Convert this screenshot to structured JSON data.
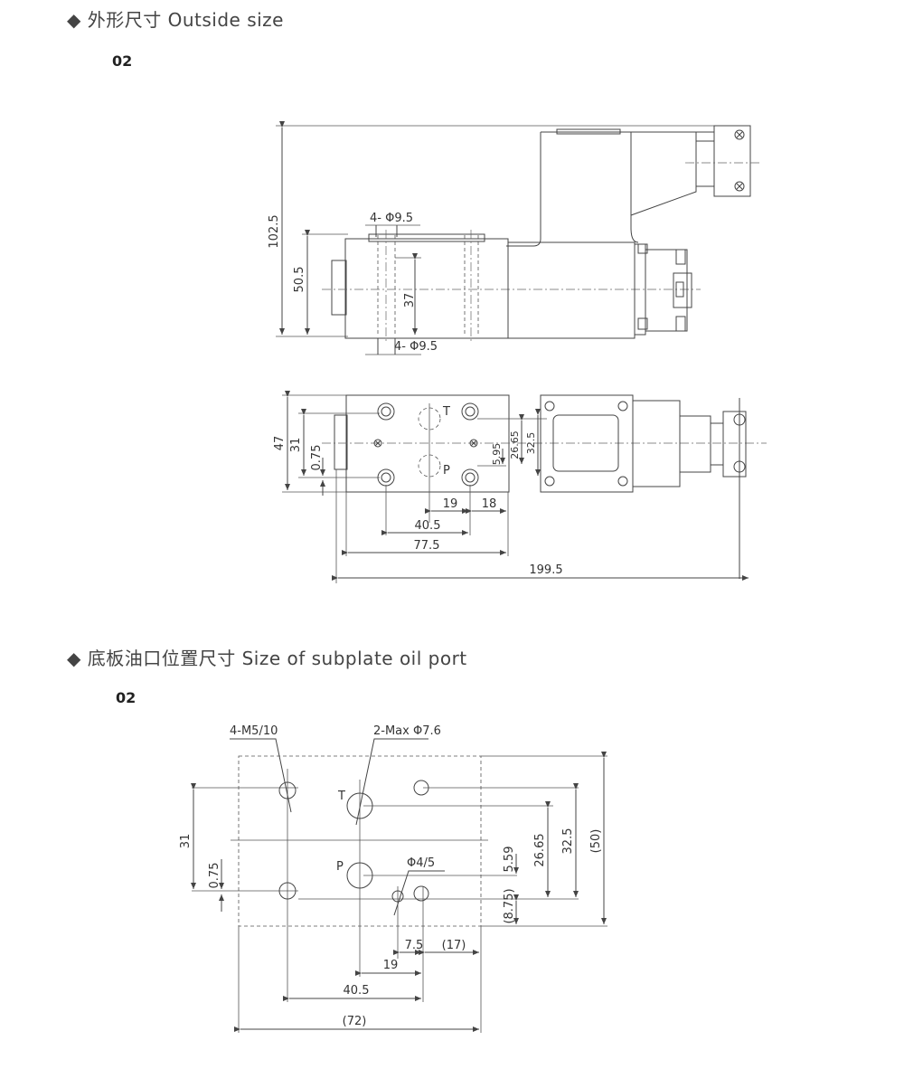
{
  "section1": {
    "title": "◆ 外形尺寸   Outside size",
    "code": "02"
  },
  "section2": {
    "title": "◆ 底板油口位置尺寸   Size of subplate oil port",
    "code": "02"
  },
  "dims_top": {
    "d102_5": "102.5",
    "d50_5": "50.5",
    "d37": "37",
    "hole_top": "4- Φ9.5",
    "hole_bottom": "4- Φ9.5"
  },
  "dims_plan": {
    "d47": "47",
    "d31": "31",
    "d0_75": "0.75",
    "d5_95": "5.95",
    "d26_65": "26.65",
    "d32_5": "32.5",
    "d19": "19",
    "d18": "18",
    "d40_5": "40.5",
    "d77_5": "77.5",
    "d199_5": "199.5",
    "port_t": "T",
    "port_p": "P"
  },
  "dims_sub": {
    "m5": "4-M5/10",
    "max": "2-Max Φ7.6",
    "phi4": "Φ4/5",
    "d31": "31",
    "d0_75": "0.75",
    "d5_59": "5.59",
    "d8_75": "(8.75)",
    "d26_65": "26.65",
    "d32_5": "32.5",
    "d50": "(50)",
    "d7_5": "7.5",
    "d17": "(17)",
    "d19": "19",
    "d40_5": "40.5",
    "d72": "(72)",
    "port_t": "T",
    "port_p": "P"
  }
}
